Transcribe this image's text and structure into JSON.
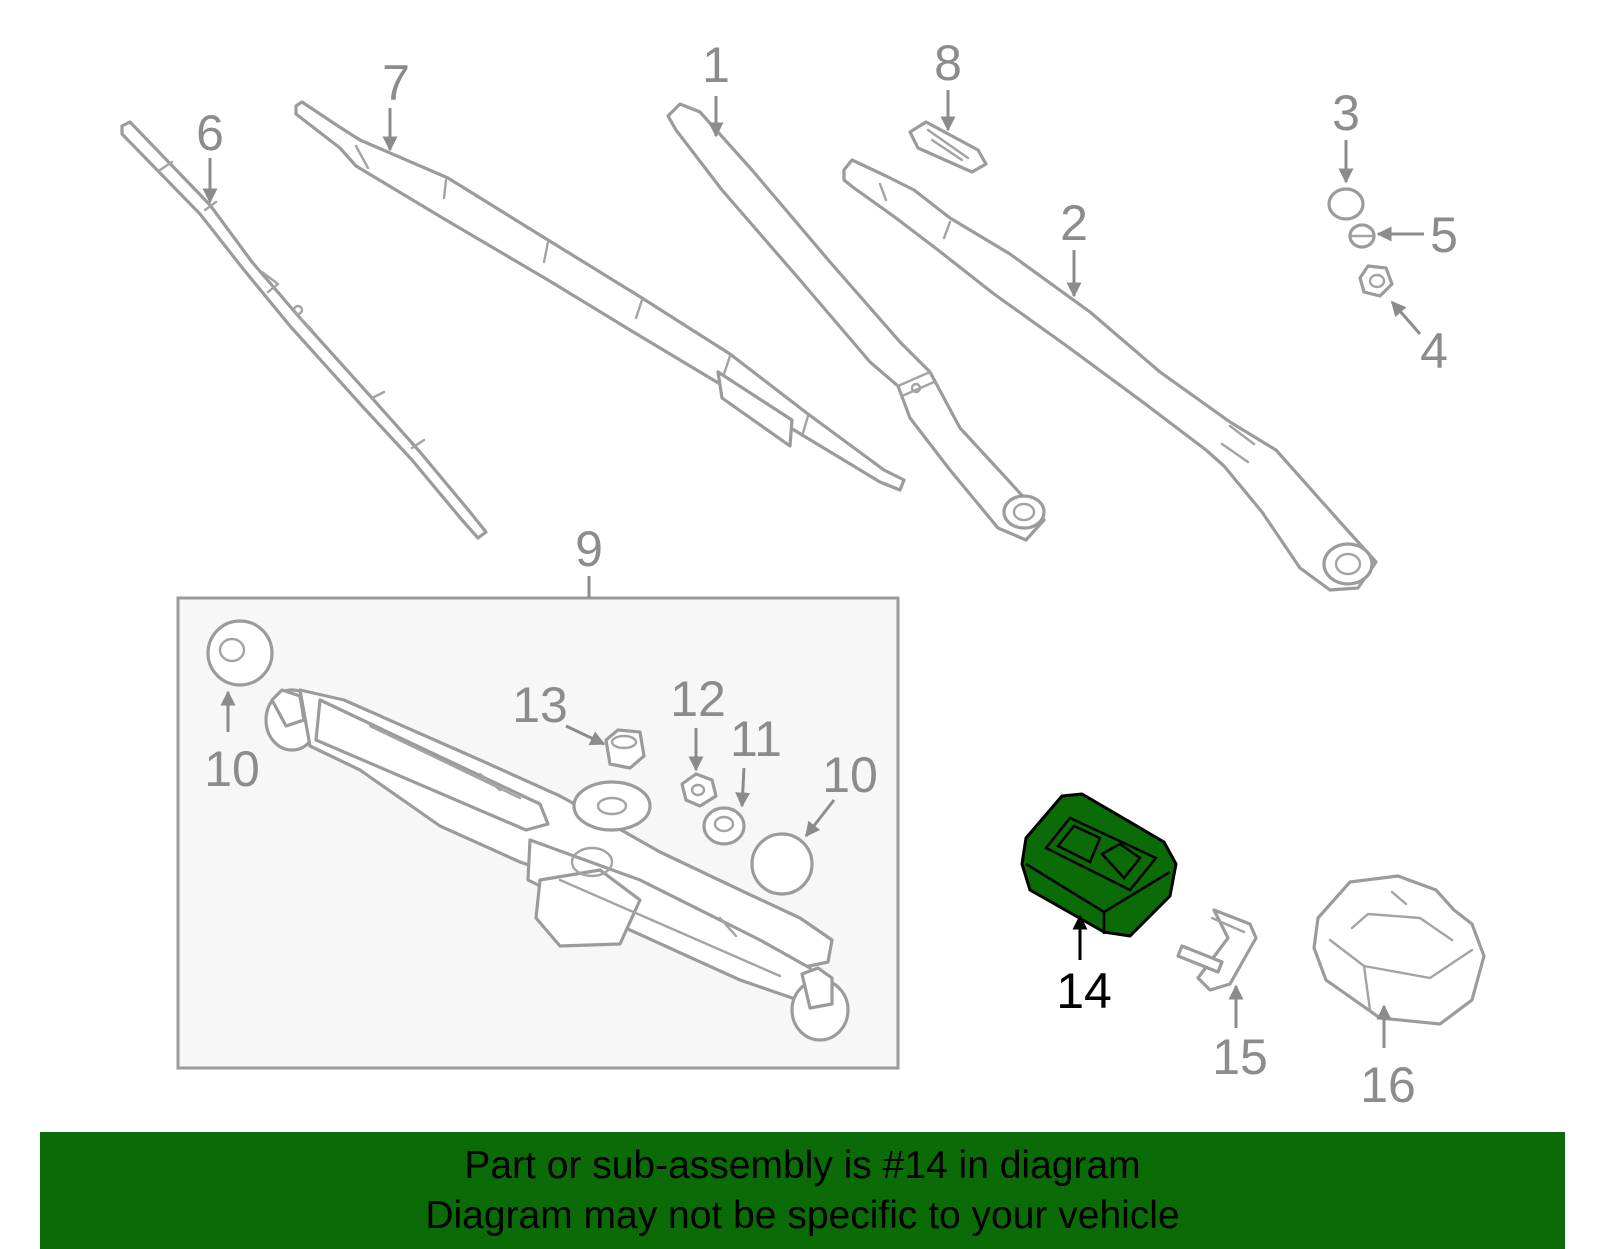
{
  "callouts": {
    "c1": "1",
    "c2": "2",
    "c3": "3",
    "c4": "4",
    "c5": "5",
    "c6": "6",
    "c7": "7",
    "c8": "8",
    "c9": "9",
    "c10a": "10",
    "c10b": "10",
    "c11": "11",
    "c12": "12",
    "c13": "13",
    "c14": "14",
    "c15": "15",
    "c16": "16"
  },
  "highlight": {
    "part": "14",
    "color": "#0b6b06"
  },
  "banner": {
    "line1": "Part or sub-assembly is #14 in diagram",
    "line2": "Diagram may not be specific to your vehicle",
    "background": "#0b6b06"
  }
}
